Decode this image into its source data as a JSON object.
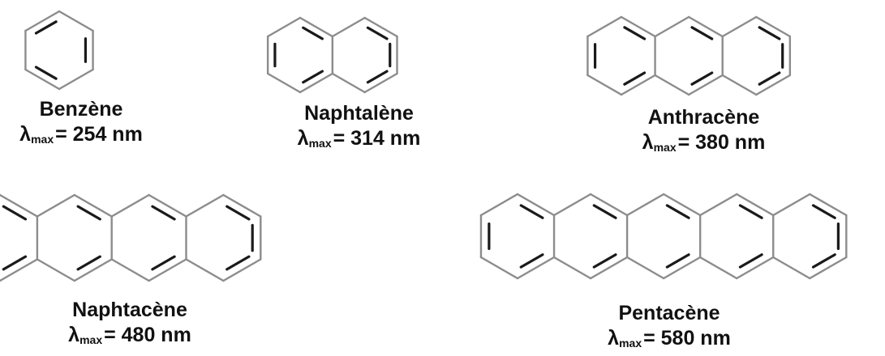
{
  "colors": {
    "ring": "#8c8c8c",
    "inner_bond": "#1a1a1a",
    "text": "#111111"
  },
  "lambda_symbol": "λ",
  "lambda_subscript": "max",
  "molecules": [
    {
      "name": "Benzène",
      "rings": 1,
      "lambda_max": "= 254 nm"
    },
    {
      "name": "Naphtalène",
      "rings": 2,
      "lambda_max": "= 314 nm"
    },
    {
      "name": "Anthracène",
      "rings": 3,
      "lambda_max": "= 380 nm"
    },
    {
      "name": "Naphtacène",
      "rings": 4,
      "lambda_max": "= 480 nm"
    },
    {
      "name": "Pentacène",
      "rings": 5,
      "lambda_max": "= 580 nm"
    }
  ]
}
